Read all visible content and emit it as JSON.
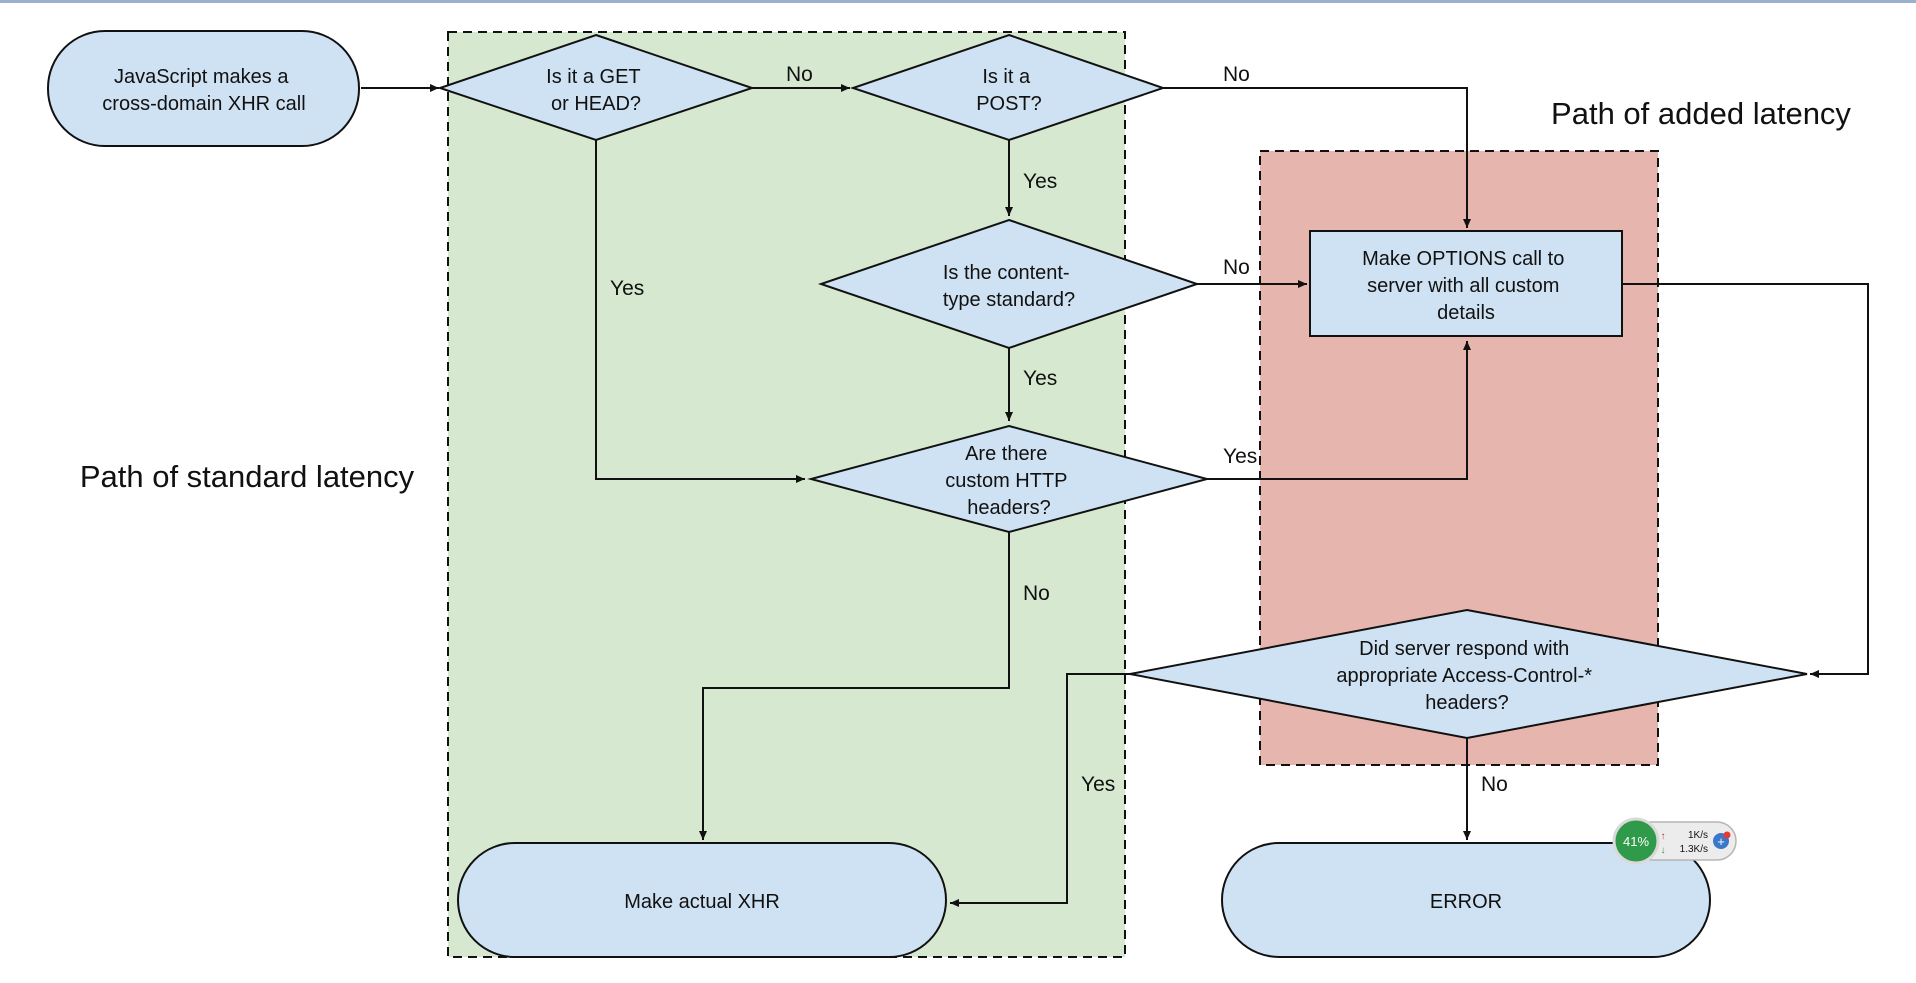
{
  "regions": {
    "standard": {
      "label": "Path of standard latency",
      "color": "#d7e8d0"
    },
    "added": {
      "label": "Path of added latency",
      "color": "#e6b5ad"
    }
  },
  "nodes": {
    "start": {
      "lines": [
        "JavaScript makes a",
        "cross-domain XHR call"
      ]
    },
    "is_get_head": {
      "lines": [
        "Is it a GET",
        "or HEAD?"
      ]
    },
    "is_post": {
      "lines": [
        "Is it a",
        "POST?"
      ]
    },
    "content_type": {
      "lines": [
        "Is the content-",
        "type standard?"
      ]
    },
    "custom_headers": {
      "lines": [
        "Are there",
        "custom HTTP",
        "headers?"
      ]
    },
    "options_call": {
      "lines": [
        "Make OPTIONS call to",
        "server with all custom",
        "details"
      ]
    },
    "server_respond": {
      "lines": [
        "Did server respond with",
        "appropriate Access-Control-*",
        "headers?"
      ]
    },
    "make_xhr": {
      "lines": [
        "Make actual XHR"
      ]
    },
    "error": {
      "lines": [
        "ERROR"
      ]
    }
  },
  "edges": {
    "get_no": "No",
    "get_yes": "Yes",
    "post_no": "No",
    "post_yes": "Yes",
    "content_no": "No",
    "content_yes": "Yes",
    "headers_yes": "Yes",
    "headers_no": "No",
    "server_yes": "Yes",
    "server_no": "No"
  },
  "widget": {
    "percent": "41%",
    "upload": "1K/s",
    "download": "1.3K/s"
  },
  "colors": {
    "node_fill": "#cfe2f3",
    "stroke": "#111111",
    "widget_green": "#2e9a4a",
    "widget_blue": "#3a78c8"
  }
}
